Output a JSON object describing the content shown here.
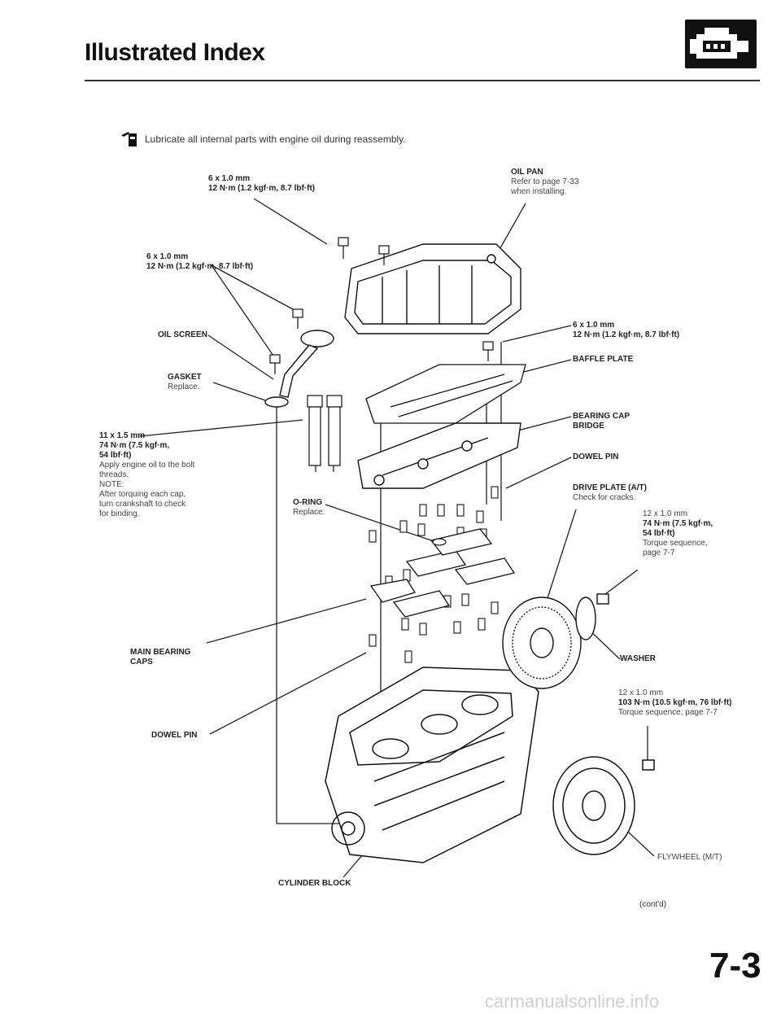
{
  "header": {
    "title": "Illustrated Index"
  },
  "note": {
    "text": "Lubricate all internal parts with engine oil during reassembly."
  },
  "labels": {
    "bolt_top": {
      "l1": "6 x 1.0 mm",
      "l2": "12 N·m (1.2 kgf·m, 8.7 lbf·ft)"
    },
    "oil_pan": {
      "name": "OIL PAN",
      "l1": "Refer to page 7-33",
      "l2": "when installing."
    },
    "bolt_left": {
      "l1": "6 x 1.0 mm",
      "l2": "12 N·m (1.2 kgf·m, 8.7 lbf·ft)"
    },
    "oil_screen": {
      "name": "OIL SCREEN"
    },
    "bolt_right": {
      "l1": "6 x 1.0 mm",
      "l2": "12 N·m (1.2 kgf·m, 8.7 lbf·ft)"
    },
    "gasket": {
      "name": "GASKET",
      "sub": "Replace."
    },
    "baffle_plate": {
      "name": "BAFFLE PLATE"
    },
    "bearing_cap_bridge": {
      "l1": "BEARING CAP",
      "l2": "BRIDGE"
    },
    "main_bolt": {
      "l1": "11 x 1.5 mm",
      "l2": "74 N·m (7.5 kgf·m,",
      "l3": "54 lbf·ft)",
      "l4": "Apply engine oil to the bolt",
      "l5": "threads.",
      "l6": "NOTE:",
      "l7": "After torquing each cap,",
      "l8": "turn crankshaft to check",
      "l9": "for binding."
    },
    "dowel_pin_right": {
      "name": "DOWEL PIN"
    },
    "o_ring": {
      "name": "O-RING",
      "sub": "Replace."
    },
    "drive_plate": {
      "name": "DRIVE PLATE (A/T)",
      "sub": "Check for cracks."
    },
    "drive_bolt": {
      "l1": "12 x 1.0 mm",
      "l2": "74 N·m (7.5 kgf·m,",
      "l3": "54 lbf·ft)",
      "l4": "Torque sequence,",
      "l5": "page 7-7"
    },
    "main_bearing_caps": {
      "l1": "MAIN BEARING",
      "l2": "CAPS"
    },
    "washer": {
      "name": "WASHER"
    },
    "flywheel_bolt": {
      "l1": "12 x 1.0 mm",
      "l2": "103 N·m (10.5 kgf·m, 76 lbf·ft)",
      "l3": "Torque sequence, page 7-7"
    },
    "dowel_pin_left": {
      "name": "DOWEL PIN"
    },
    "flywheel": {
      "name": "FLYWHEEL (M/T)"
    },
    "cylinder_block": {
      "name": "CYLINDER BLOCK"
    }
  },
  "footer": {
    "contd": "(cont'd)",
    "page_number": "7-3",
    "watermark": "carmanualsonline.info"
  }
}
